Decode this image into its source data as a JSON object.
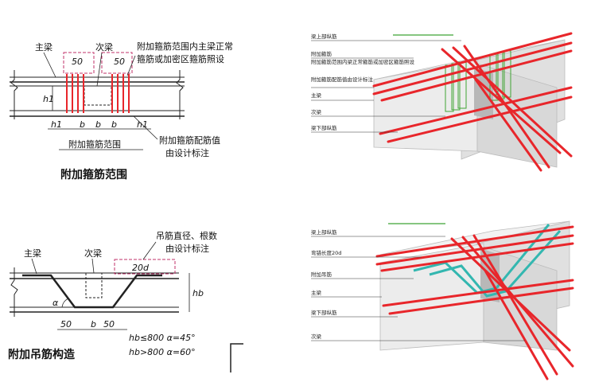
{
  "top_left": {
    "label_main_beam": "主梁",
    "label_secondary_beam": "次梁",
    "note_range_line1": "附加箍筋范围内主梁正常",
    "note_range_line2": "箍筋或加密区箍筋照设",
    "dim_50_left": "50",
    "dim_50_right": "50",
    "dim_h1_vertical": "h1",
    "dim_h1_left": "h1",
    "dim_h1_right": "h1",
    "dim_b1": "b",
    "dim_b2": "b",
    "dim_b3": "b",
    "range_label": "附加箍筋范围",
    "note_value_line1": "附加箍筋配筋值",
    "note_value_line2": "由设计标注",
    "caption": "附加箍筋范围"
  },
  "bottom_left": {
    "label_main_beam": "主梁",
    "label_secondary_beam": "次梁",
    "note_line1": "吊筋直径、根数",
    "note_line2": "由设计标注",
    "box_label": "20d",
    "angle_label": "α",
    "dim_hb": "hb",
    "dim_50_left": "50",
    "dim_b": "b",
    "dim_50_right": "50",
    "rule1": "hb≤800  α=45°",
    "rule2": "hb>800  α=60°",
    "caption": "附加吊筋构造"
  },
  "top_right": {
    "labels": [
      "梁上部纵筋",
      "附加箍筋",
      "附加箍筋范围内梁正常箍筋或加密区箍筋照设",
      "附加箍筋配筋值由设计标注",
      "主梁",
      "次梁",
      "梁下部纵筋"
    ]
  },
  "bottom_right": {
    "labels": [
      "梁上部纵筋",
      "弯锚长度20d",
      "附加吊筋",
      "主梁",
      "梁下部纵筋",
      "次梁"
    ]
  },
  "colors": {
    "rebar": "#e8262b",
    "stirrup": "#3fa535",
    "hanger": "#33b7b0",
    "dash_box": "#c0306a",
    "concrete": "#e6e6e6"
  }
}
